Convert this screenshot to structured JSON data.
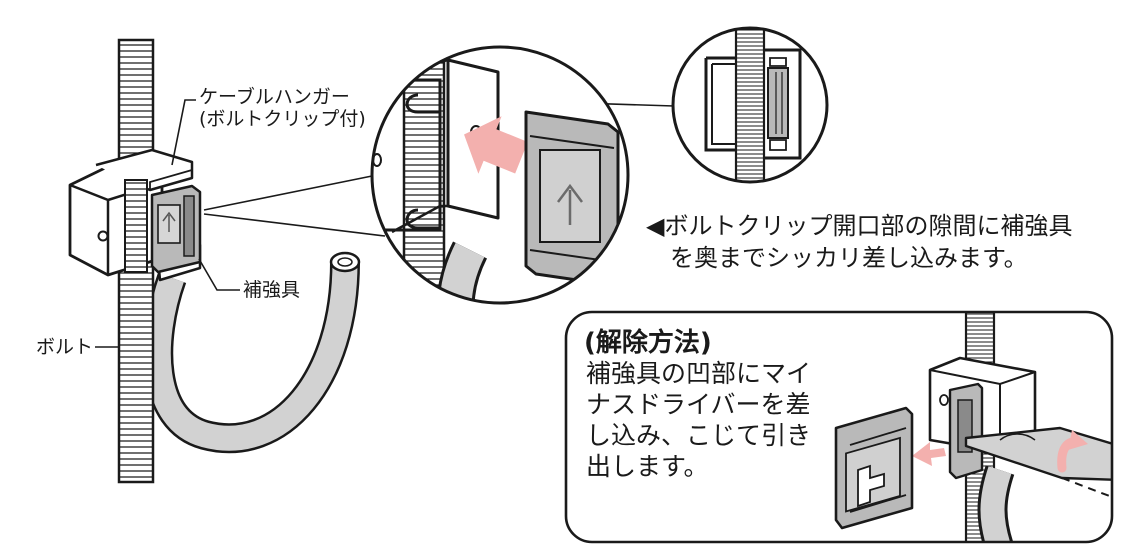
{
  "labels": {
    "cable_hanger_line1": "ケーブルハンガー",
    "cable_hanger_line2": "(ボルトクリップ付)",
    "reinforcement": "補強具",
    "bolt": "ボルト"
  },
  "instruction": {
    "marker": "◀",
    "line1": "ボルトクリップ開口部の隙間に補強具",
    "line2": "を奥までシッカリ差し込みます。"
  },
  "release": {
    "heading": "(解除方法)",
    "lines": [
      "補強具の凹部にマイ",
      "ナスドライバーを差",
      "し込み、こじて引き",
      "出します。"
    ]
  },
  "colors": {
    "line": "#1a1a1a",
    "part_gray": "#b9b9b9",
    "part_dark": "#8a8a8a",
    "arrow_pink": "#f3b0ae",
    "hose": "#d2d2d2",
    "white": "#ffffff"
  },
  "icons": {
    "bolt": "threaded-rod",
    "clip": "bolt-clip",
    "insert_arrow": "pink-arrow",
    "pull_arrow": "pink-arrow",
    "rotate_arrow": "pink-curved-arrow"
  }
}
